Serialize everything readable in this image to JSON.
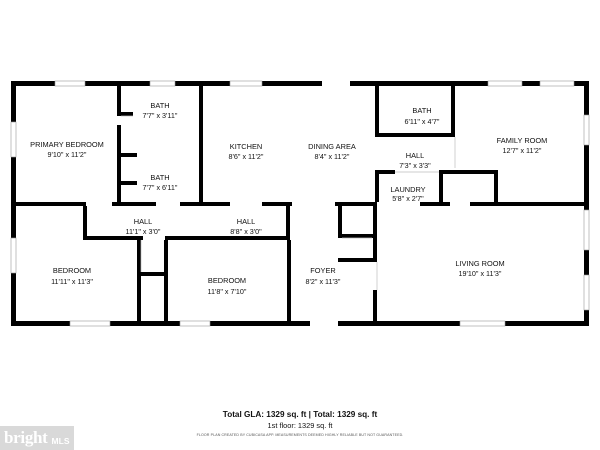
{
  "rooms": {
    "primary_bedroom": {
      "name": "PRIMARY BEDROOM",
      "dims": "9'10\" x 11'2\""
    },
    "bath_1": {
      "name": "BATH",
      "dims": "7'7\" x 3'11\""
    },
    "bath_2": {
      "name": "BATH",
      "dims": "7'7\" x 6'11\""
    },
    "kitchen": {
      "name": "KITCHEN",
      "dims": "8'6\" x 11'2\""
    },
    "dining_area": {
      "name": "DINING AREA",
      "dims": "8'4\" x 11'2\""
    },
    "bath_3": {
      "name": "BATH",
      "dims": "6'11\" x 4'7\""
    },
    "hall_1": {
      "name": "HALL",
      "dims": "7'3\" x 3'3\""
    },
    "laundry": {
      "name": "LAUNDRY",
      "dims": "5'8\" x 2'7\""
    },
    "family_room": {
      "name": "FAMILY ROOM",
      "dims": "12'7\" x 11'2\""
    },
    "hall_2": {
      "name": "HALL",
      "dims": "11'1\" x 3'0\""
    },
    "hall_3": {
      "name": "HALL",
      "dims": "8'8\" x 3'0\""
    },
    "bedroom_1": {
      "name": "BEDROOM",
      "dims": "11'11\" x 11'3\""
    },
    "bedroom_2": {
      "name": "BEDROOM",
      "dims": "11'8\" x 7'10\""
    },
    "foyer": {
      "name": "FOYER",
      "dims": "8'2\" x 11'3\""
    },
    "living_room": {
      "name": "LIVING ROOM",
      "dims": "19'10\" x 11'3\""
    }
  },
  "footer": {
    "totals": "Total GLA: 1329 sq. ft | Total: 1329 sq. ft",
    "floor": "1st floor: 1329 sq. ft",
    "disclaimer": "FLOOR PLAN CREATED BY CUBICASA APP. MEASUREMENTS DEEMED HIGHLY RELIABLE BUT NOT GUARANTEED."
  },
  "badge": {
    "brand": "bright",
    "suffix": "MLS"
  },
  "colors": {
    "wall": "#000000",
    "background": "#ffffff",
    "badge": "#d9d9d9"
  }
}
